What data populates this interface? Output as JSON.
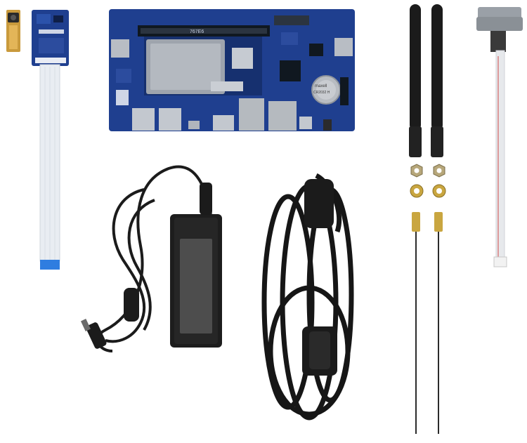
{
  "scene": {
    "background": "#ffffff",
    "items": [
      {
        "id": "camera-module",
        "kind": "camera sensor board with flat flex cable"
      },
      {
        "id": "carrier-board",
        "kind": "blue single-board computer"
      },
      {
        "id": "antennas",
        "kind": "two black rubber duck wifi antennas"
      },
      {
        "id": "serial-cable",
        "kind": "DB9 serial cable with ribbon"
      },
      {
        "id": "power-adapter",
        "kind": "black AC/DC power adapter with DC plug"
      },
      {
        "id": "power-cord",
        "kind": "coiled AC power cord"
      },
      {
        "id": "antenna-hardware",
        "kind": "hex nuts, washers and SMA pigtail cables"
      }
    ],
    "colors": {
      "board_blue": "#1f3f8f",
      "board_dark": "#16306f",
      "flex_cable": "#e9edf2",
      "flex_tip": "#2f7de0",
      "black": "#1b1b1b",
      "brass": "#c9a640",
      "adapter_label": "#4d4d4d"
    }
  },
  "board_text": {
    "slot_label": "767E6",
    "battery_brand": "maxell",
    "battery_model": "CR2032 H"
  }
}
